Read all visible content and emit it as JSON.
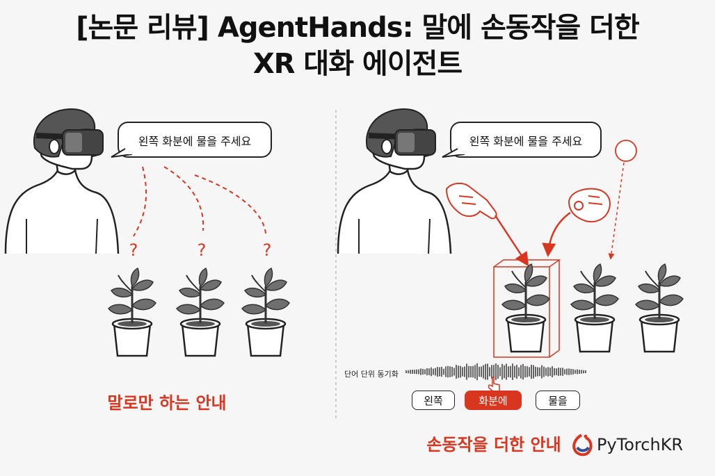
{
  "title": {
    "line1": "[논문 리뷰] AgentHands: 말에 손동작을 더한",
    "line2": "XR 대화 에이전트"
  },
  "left_panel": {
    "speech": "왼쪽 화분에 물을 주세요",
    "question_mark": "?",
    "caption": "말로만 하는 안내"
  },
  "right_panel": {
    "speech": "왼쪽 화분에 물을 주세요",
    "sync_label": "단어 단위 동기화",
    "words": [
      {
        "label": "왼쪽",
        "active": false
      },
      {
        "label": "화분에",
        "active": true
      },
      {
        "label": "물을",
        "active": false
      }
    ],
    "caption": "손동작을 더한 안내"
  },
  "brand": {
    "name": "PyTorchKR"
  },
  "colors": {
    "accent": "#d8361f",
    "ink": "#222222",
    "leaf": "#6f6f6f",
    "background": "#f6f6f6"
  },
  "icons": [
    "vr-user-icon",
    "plant-pot-icon",
    "pointing-hand-icon",
    "pinch-hand-icon",
    "target-circle-icon",
    "cursor-hand-icon",
    "pytorch-logo-icon"
  ]
}
